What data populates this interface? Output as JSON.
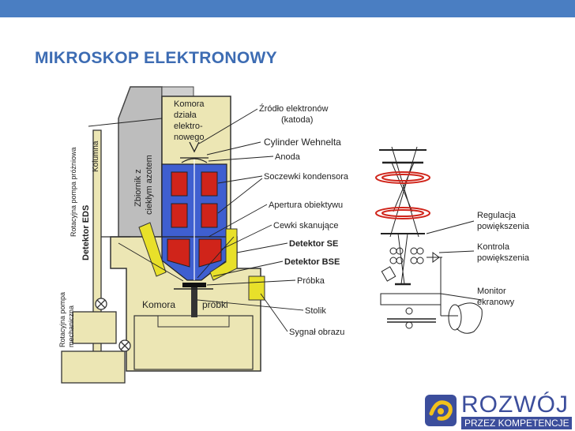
{
  "title": "MIKROSKOP ELEKTRONOWY",
  "diagram": {
    "labels": {
      "komora_dziala": [
        "Komora",
        "działa",
        "elektro-",
        "nowego"
      ],
      "zbiornik": [
        "Zbiornik z",
        "ciekłym azotem"
      ],
      "kolumna": "Kolumna",
      "pompa_prozniowa": "Rotacyjna pompa próżniowa",
      "detektor_eds": "Detektor EDS",
      "pompa_mechaniczna": [
        "Rotacyjna pompa",
        "mechaniczna"
      ],
      "komora_probki_1": "Komora",
      "komora_probki_2": "próbki",
      "zrodlo": [
        "Źródło elektronów",
        "(katoda)"
      ],
      "cylinder": "Cylinder Wehnelta",
      "anoda": "Anoda",
      "soczewki": "Soczewki kondensora",
      "apertura": "Apertura obiektywu",
      "cewki": "Cewki skanujące",
      "detektor_se": "Detektor SE",
      "detektor_bse": "Detektor BSE",
      "probka": "Próbka",
      "stolik": "Stolik",
      "sygnal": "Sygnał obrazu",
      "regulacja": [
        "Regulacja",
        "powiększenia"
      ],
      "kontrola": [
        "Kontrola",
        "powiększenia"
      ],
      "monitor": [
        "Monitor",
        "ekranowy"
      ]
    }
  },
  "logo": {
    "word": "ROZWÓJ",
    "sub": "PRZEZ KOMPETENCJE"
  },
  "colors": {
    "accent": "#4a7ec2",
    "title": "#3d6cb3",
    "column_fill": "#3f5fd0",
    "coil_fill": "#d0241a",
    "housing_fill": "#ece6b4",
    "detector_fill": "#e8e02a",
    "tank_fill": "#bdbdbd",
    "logo_blue": "#3c4e9c",
    "logo_yellow": "#f2c21b"
  }
}
